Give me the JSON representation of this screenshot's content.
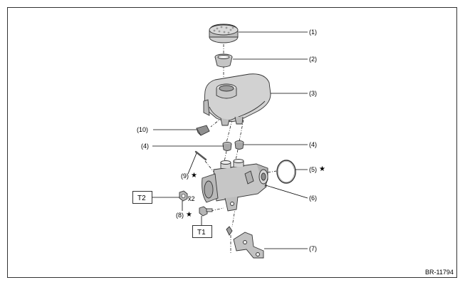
{
  "callouts": {
    "c1": "(1)",
    "c2": "(2)",
    "c3": "(3)",
    "c4a": "(4)",
    "c4b": "(4)",
    "c5": "(5)",
    "c6": "(6)",
    "c7": "(7)",
    "c8": "(8)",
    "c9": "(9)",
    "c10": "(10)"
  },
  "markers": {
    "star": "★",
    "multiplier": "x2"
  },
  "torque_boxes": {
    "t1": "T1",
    "t2": "T2"
  },
  "figure_code": "BR-11794"
}
